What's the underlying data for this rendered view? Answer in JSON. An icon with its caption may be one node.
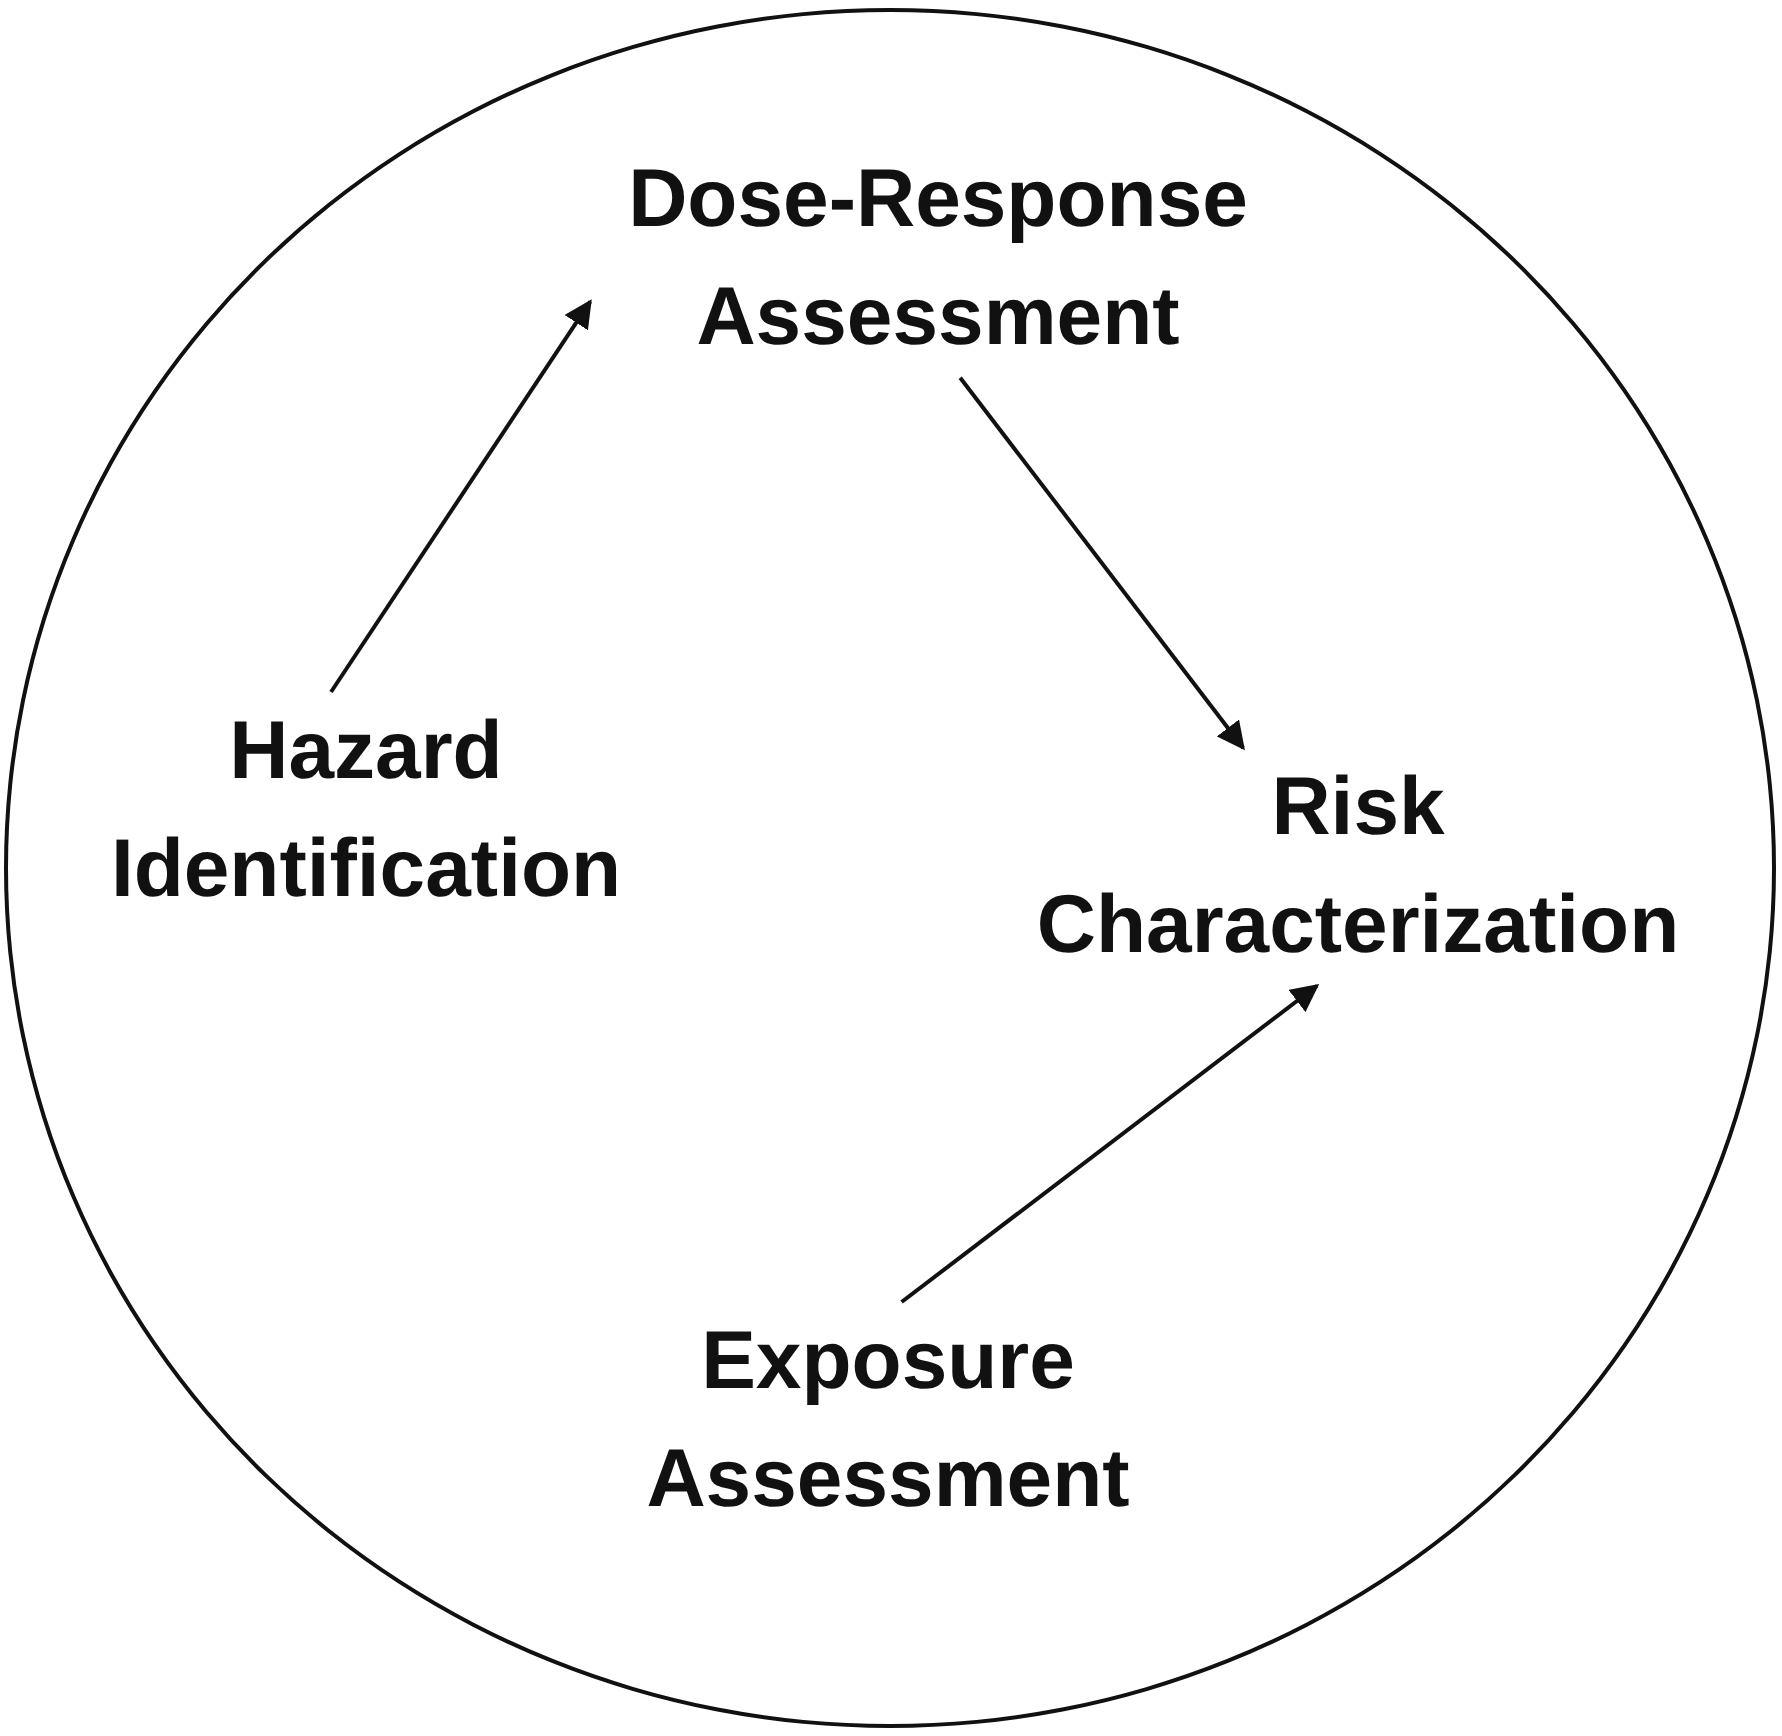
{
  "diagram": {
    "nodes": [
      {
        "text": [],
        "shape": "circle"
      },
      {
        "text": [
          "Dose-Response Assessment"
        ],
        "in": 0
      },
      {
        "text": [
          "Hazard Identification"
        ],
        "in": 0
      },
      {
        "text": [
          "Risk Characterization"
        ],
        "in": 0
      },
      {
        "text": [
          "Exposure Assessment"
        ],
        "in": 0
      }
    ],
    "edges": [
      {
        "from": 2,
        "to": 1,
        "arrow": "to"
      },
      {
        "from": 1,
        "to": 3,
        "arrow": "to"
      },
      {
        "from": 4,
        "to": 3,
        "arrow": "to"
      }
    ]
  }
}
